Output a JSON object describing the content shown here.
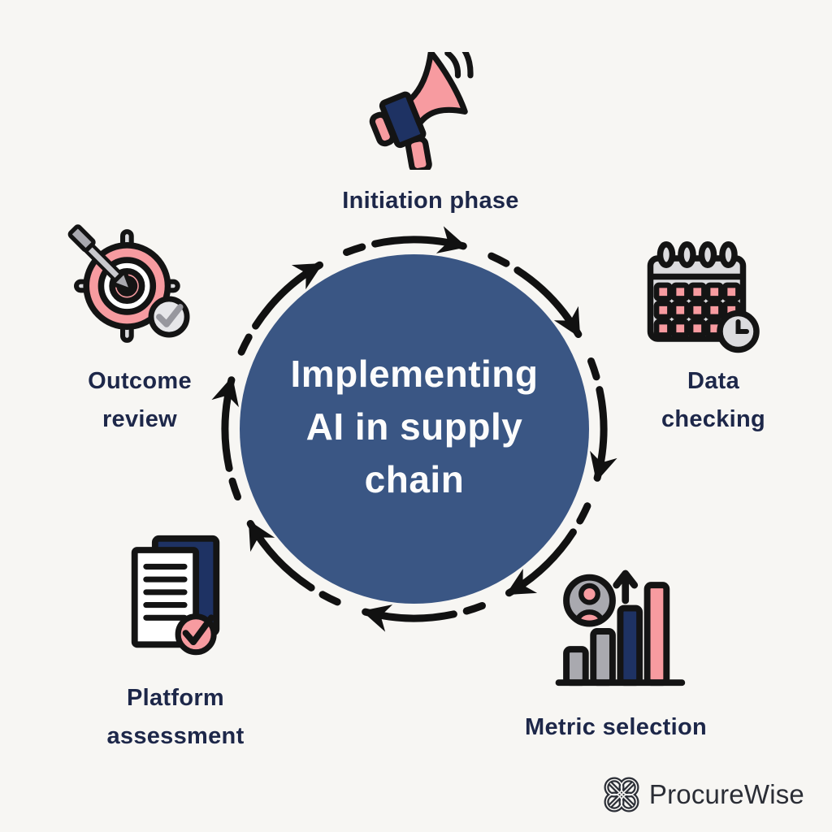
{
  "title": "Implementing AI in supply chain",
  "steps": [
    {
      "id": "initiation",
      "label": "Initiation phase",
      "icon": "megaphone-icon"
    },
    {
      "id": "data-checking",
      "label": "Data checking",
      "icon": "calendar-clock-icon"
    },
    {
      "id": "metric-selection",
      "label": "Metric selection",
      "icon": "growth-bar-chart-icon"
    },
    {
      "id": "platform-assessment",
      "label": "Platform assessment",
      "icon": "document-checklist-icon"
    },
    {
      "id": "outcome-review",
      "label": "Outcome review",
      "icon": "target-arrow-check-icon"
    }
  ],
  "brand": {
    "name": "ProcureWise",
    "icon": "knot-logo-icon"
  },
  "colors": {
    "bg": "#f7f6f3",
    "circle": "#3a5684",
    "arrow": "#111111",
    "label": "#1d2749",
    "pink": "#f79ba0",
    "navy": "#1e3263",
    "gray": "#a9a9af",
    "lightgray": "#dcdcdf",
    "logoink": "#2b2e36"
  }
}
